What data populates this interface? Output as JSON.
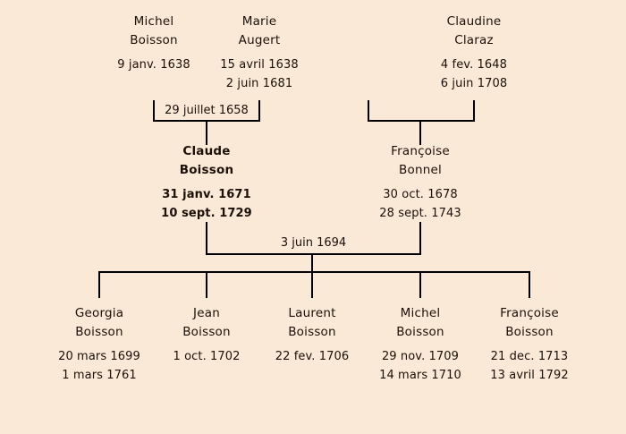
{
  "diagram": {
    "kind": "genealogy-family-tree",
    "background_color": "#fbe9d7",
    "line_color": "#000000",
    "text_color": "#1a1008"
  },
  "generations": {
    "grandparents": [
      {
        "id": "michel-boisson-sr",
        "given_name": "Michel",
        "surname": "Boisson",
        "birth_date": "9 janv. 1638",
        "death_date": "",
        "highlighted": false
      },
      {
        "id": "marie-augert",
        "given_name": "Marie",
        "surname": "Augert",
        "birth_date": "15 avril 1638",
        "death_date": "2 juin 1681",
        "highlighted": false
      },
      {
        "id": "claudine-claraz",
        "given_name": "Claudine",
        "surname": "Claraz",
        "birth_date": "4 fev. 1648",
        "death_date": "6 juin 1708",
        "highlighted": false
      }
    ],
    "parents": [
      {
        "id": "claude-boisson",
        "given_name": "Claude",
        "surname": "Boisson",
        "birth_date": "31 janv. 1671",
        "death_date": "10 sept. 1729",
        "highlighted": true
      },
      {
        "id": "francoise-bonnel",
        "given_name": "Françoise",
        "surname": "Bonnel",
        "birth_date": "30 oct. 1678",
        "death_date": "28 sept. 1743",
        "highlighted": false
      }
    ],
    "children": [
      {
        "id": "georgia-boisson",
        "given_name": "Georgia",
        "surname": "Boisson",
        "birth_date": "20 mars 1699",
        "death_date": "1 mars 1761",
        "highlighted": false
      },
      {
        "id": "jean-boisson",
        "given_name": "Jean",
        "surname": "Boisson",
        "birth_date": "1 oct. 1702",
        "death_date": "",
        "highlighted": false
      },
      {
        "id": "laurent-boisson",
        "given_name": "Laurent",
        "surname": "Boisson",
        "birth_date": "22 fev. 1706",
        "death_date": "",
        "highlighted": false
      },
      {
        "id": "michel-boisson-jr",
        "given_name": "Michel",
        "surname": "Boisson",
        "birth_date": "29 nov. 1709",
        "death_date": "14 mars 1710",
        "highlighted": false
      },
      {
        "id": "francoise-boisson",
        "given_name": "Françoise",
        "surname": "Boisson",
        "birth_date": "21 dec. 1713",
        "death_date": "13 avril 1792",
        "highlighted": false
      }
    ]
  },
  "unions": [
    {
      "id": "union-michel-marie",
      "partners": [
        "Michel Boisson",
        "Marie Augert"
      ],
      "marriage_date": "29 juillet 1658"
    },
    {
      "id": "union-claraz",
      "partners": [
        "Claudine Claraz"
      ],
      "marriage_date": ""
    },
    {
      "id": "union-claude-francoise",
      "partners": [
        "Claude Boisson",
        "Françoise Bonnel"
      ],
      "marriage_date": "3 juin 1694"
    }
  ]
}
